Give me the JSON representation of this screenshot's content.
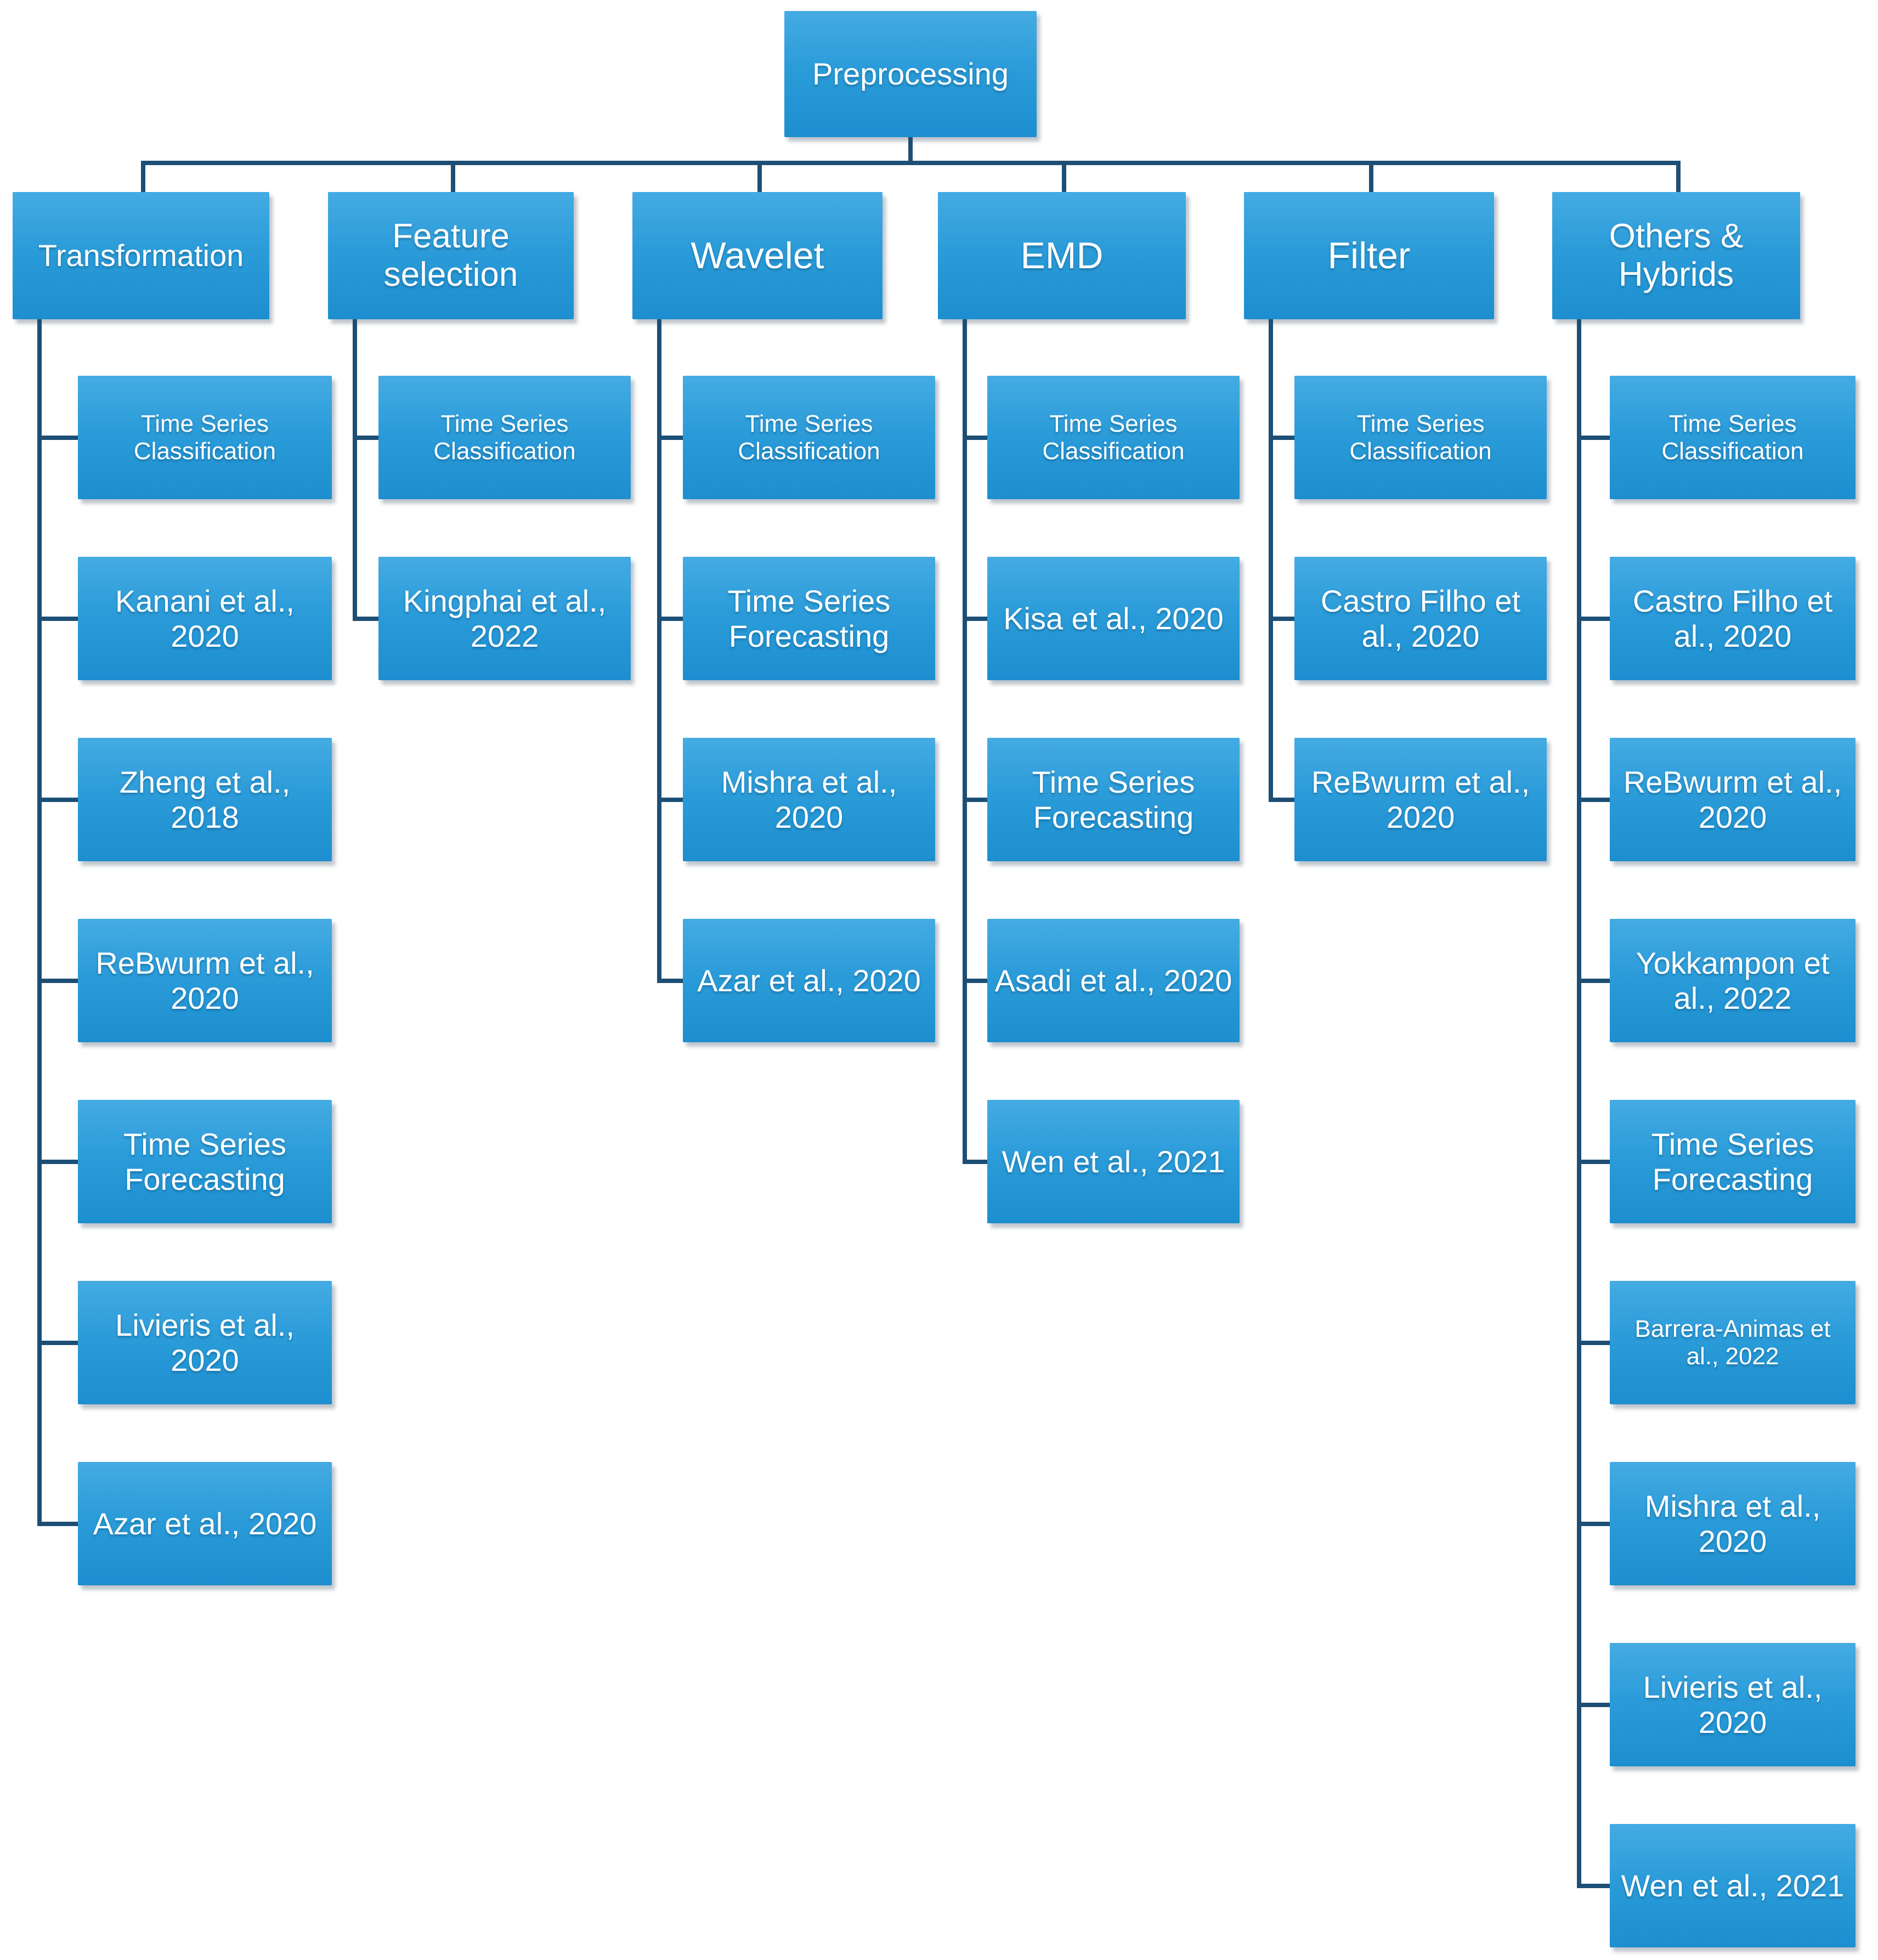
{
  "figure": {
    "root": {
      "label": "Preprocessing"
    },
    "columns": [
      {
        "label": "Transformation",
        "children": [
          "Time Series Classification",
          "Kanani et al., 2020",
          "Zheng et al., 2018",
          "ReBwurm et al., 2020",
          "Time Series Forecasting",
          "Livieris et al., 2020",
          "Azar et al., 2020"
        ]
      },
      {
        "label": "Feature selection",
        "children": [
          "Time Series Classification",
          "Kingphai et al., 2022"
        ]
      },
      {
        "label": "Wavelet",
        "children": [
          "Time Series Classification",
          "Time Series Forecasting",
          "Mishra et al., 2020",
          "Azar et al., 2020"
        ]
      },
      {
        "label": "EMD",
        "children": [
          "Time Series Classification",
          "Kisa et al., 2020",
          "Time Series Forecasting",
          "Asadi et al., 2020",
          "Wen et al., 2021"
        ]
      },
      {
        "label": "Filter",
        "children": [
          "Time Series Classification",
          "Castro Filho et al., 2020",
          "ReBwurm et al., 2020"
        ]
      },
      {
        "label": "Others & Hybrids",
        "children": [
          "Time Series Classification",
          "Castro Filho et al., 2020",
          "ReBwurm et al., 2020",
          "Yokkampon et al., 2022",
          "Time Series Forecasting",
          "Barrera-Animas et al., 2022",
          "Mishra et al., 2020",
          "Livieris et al., 2020",
          "Wen et al., 2021"
        ]
      }
    ],
    "colors": {
      "box_gradient_top": "#45abe3",
      "box_gradient_bottom": "#1d8ecf",
      "connector": "#1d4f76",
      "text": "#ffffff",
      "background": "#ffffff"
    }
  }
}
